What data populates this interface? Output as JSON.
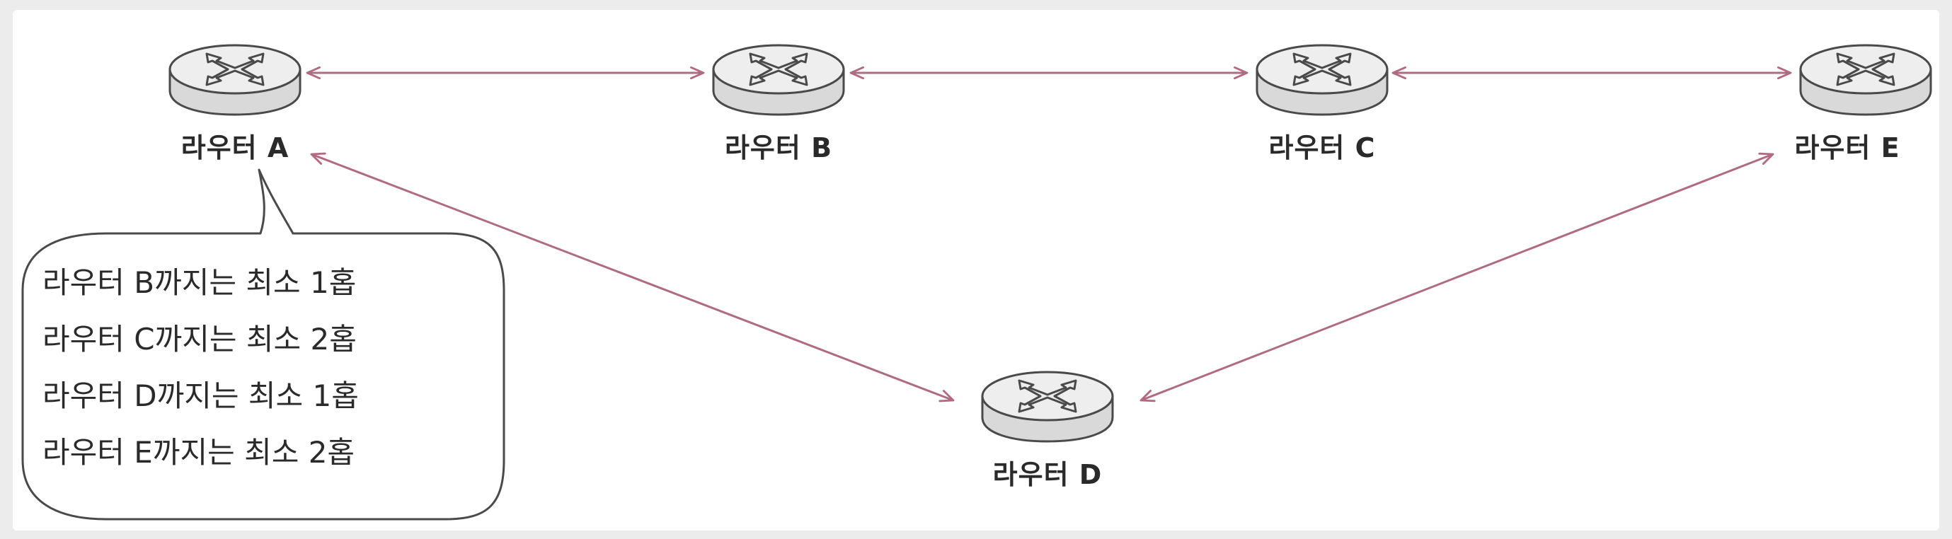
{
  "colors": {
    "background": "#ececec",
    "panel": "#ffffff",
    "link": "#b06a82",
    "router_body": "#d9d9d9",
    "router_top": "#e8e8e8",
    "outline": "#4a4a4a"
  },
  "routers": {
    "a": {
      "label": "라우터 A",
      "icon": "router-icon"
    },
    "b": {
      "label": "라우터 B",
      "icon": "router-icon"
    },
    "c": {
      "label": "라우터 C",
      "icon": "router-icon"
    },
    "d": {
      "label": "라우터 D",
      "icon": "router-icon"
    },
    "e": {
      "label": "라우터 E",
      "icon": "router-icon"
    }
  },
  "bubble": {
    "lines": [
      "라우터 B까지는 최소 1홉",
      "라우터 C까지는 최소 2홉",
      "라우터 D까지는 최소 1홉",
      "라우터 E까지는 최소 2홉"
    ]
  }
}
